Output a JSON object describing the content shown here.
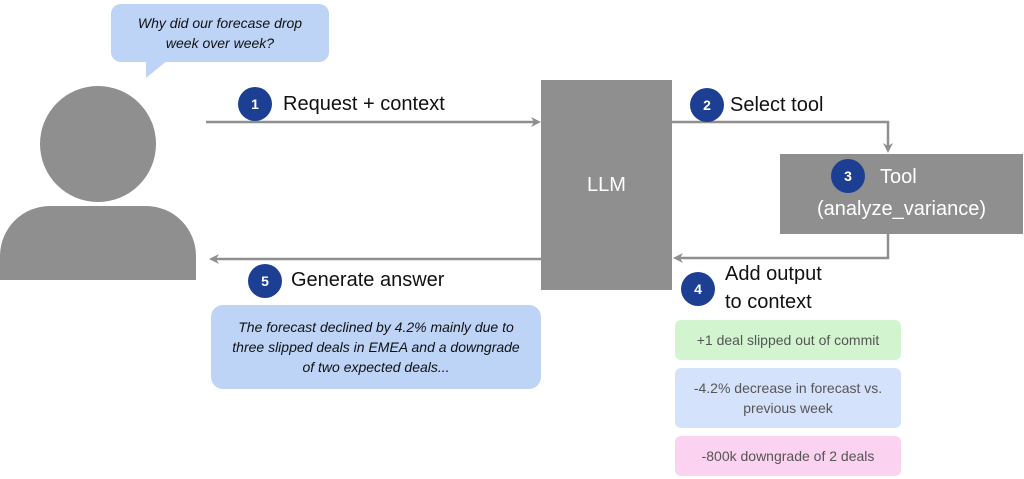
{
  "question": "Why did our forecase drop week over week?",
  "llm_label": "LLM",
  "tool": {
    "title": "Tool",
    "name": "(analyze_variance)"
  },
  "steps": [
    {
      "number": "1",
      "label": "Request + context"
    },
    {
      "number": "2",
      "label": "Select tool"
    },
    {
      "number": "3",
      "label": "Tool"
    },
    {
      "number": "4",
      "label_line1": "Add output",
      "label_line2": "to context"
    },
    {
      "number": "5",
      "label": "Generate answer"
    }
  ],
  "answer": "The forecast declined by 4.2% mainly due to three slipped deals in EMEA and a downgrade of two expected deals...",
  "outputs": [
    {
      "text": "+1 deal slipped out of commit",
      "color": "#d2f5d0"
    },
    {
      "text": "-4.2% decrease in forecast vs. previous week",
      "color": "#d4e3fb"
    },
    {
      "text": "-800k downgrade of 2 deals",
      "color": "#fbd2f0"
    }
  ],
  "colors": {
    "gray": "#8f8f8f",
    "badge": "#1c3f93",
    "bubble": "#bdd4f7"
  }
}
